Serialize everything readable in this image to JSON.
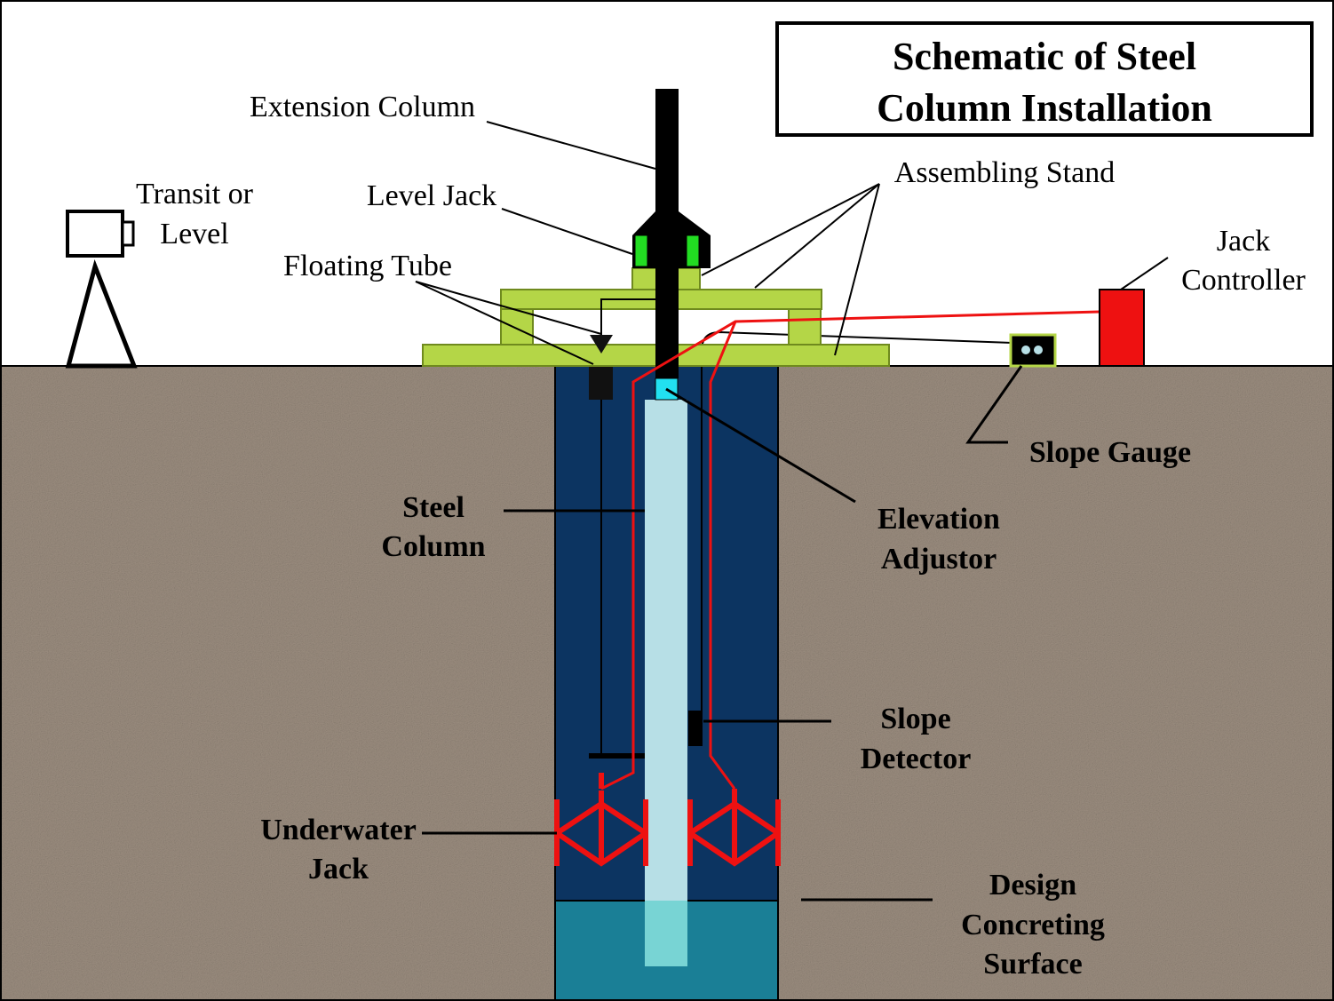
{
  "title": {
    "line1": "Schematic of Steel",
    "line2": "Column Installation"
  },
  "labels": {
    "extension_column": "Extension Column",
    "transit_line1": "Transit or",
    "transit_line2": "Level",
    "level_jack": "Level Jack",
    "floating_tube": "Floating Tube",
    "assembling_stand": "Assembling Stand",
    "jack_controller_line1": "Jack",
    "jack_controller_line2": "Controller",
    "slope_gauge": "Slope Gauge",
    "steel_column_line1": "Steel",
    "steel_column_line2": "Column",
    "elevation_adjustor_line1": "Elevation",
    "elevation_adjustor_line2": "Adjustor",
    "slope_detector_line1": "Slope",
    "slope_detector_line2": "Detector",
    "underwater_jack_line1": "Underwater",
    "underwater_jack_line2": "Jack",
    "design_surface_line1": "Design",
    "design_surface_line2": "Concreting",
    "design_surface_line3": "Surface"
  },
  "colors": {
    "ground": "#9c8e80",
    "borehole_water": "#0c3461",
    "concrete": "#1a7f96",
    "steel_column": "#b7dfe6",
    "stand": "#b4d647",
    "hydraulic_line": "#ee1111",
    "jack_controller": "#ee1111",
    "level_jack": "#22dd22",
    "elevation_adjustor": "#22e0f0"
  }
}
